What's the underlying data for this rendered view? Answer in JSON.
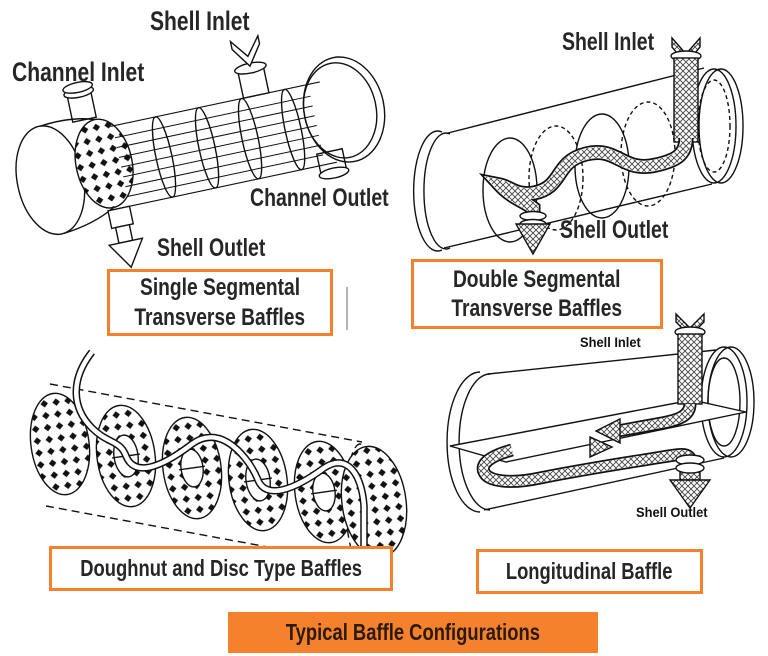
{
  "colors": {
    "accent_orange": "#F5812C",
    "ink": "#262626",
    "banner_text": "#2A1A0C",
    "divider_grey": "#B3B3B3"
  },
  "diagram1": {
    "name": "single segmental transverse baffles exchanger",
    "shell_inlet": "Shell Inlet",
    "channel_inlet": "Channel Inlet",
    "channel_outlet": "Channel Outlet",
    "shell_outlet": "Shell Outlet",
    "caption_line1": "Single Segmental",
    "caption_line2": "Transverse Baffles"
  },
  "diagram2": {
    "name": "double segmental transverse baffles exchanger",
    "shell_inlet": "Shell Inlet",
    "shell_outlet": "Shell Outlet",
    "caption_line1": "Double Segmental",
    "caption_line2": "Transverse Baffles"
  },
  "diagram3": {
    "name": "doughnut and disc type baffles",
    "caption": "Doughnut and Disc Type Baffles"
  },
  "diagram4": {
    "name": "longitudinal baffle exchanger",
    "shell_inlet": "Shell Inlet",
    "shell_outlet": "Shell Outlet",
    "caption": "Longitudinal Baffle"
  },
  "banner": {
    "label": "Typical Baffle Configurations"
  }
}
